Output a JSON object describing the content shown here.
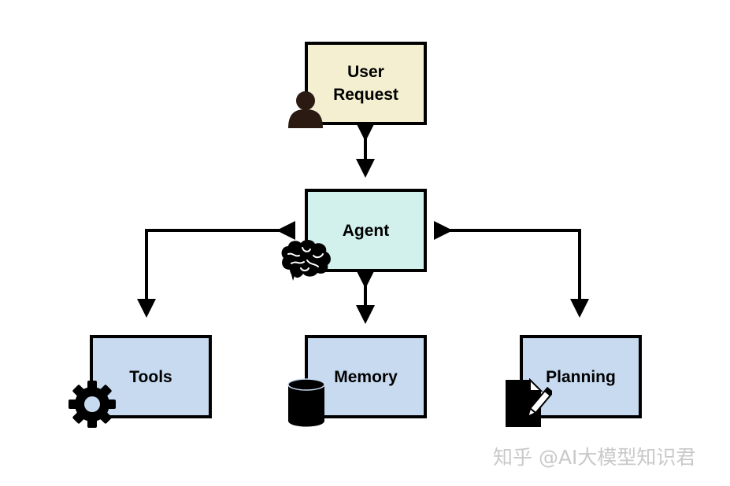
{
  "nodes": {
    "user_request": {
      "label": "User\nRequest",
      "fill": "#f3efd0"
    },
    "agent": {
      "label": "Agent",
      "fill": "#d2f1ed"
    },
    "tools": {
      "label": "Tools",
      "fill": "#c7daf0"
    },
    "memory": {
      "label": "Memory",
      "fill": "#c7daf0"
    },
    "planning": {
      "label": "Planning",
      "fill": "#c7daf0"
    }
  },
  "icons": {
    "user_request": "person-icon",
    "agent": "brain-icon",
    "tools": "gear-icon",
    "memory": "database-icon",
    "planning": "document-pen-icon"
  },
  "edges": [
    {
      "from": "user_request",
      "to": "agent",
      "bidirectional": true
    },
    {
      "from": "agent",
      "to": "tools",
      "bidirectional": true
    },
    {
      "from": "agent",
      "to": "memory",
      "bidirectional": true
    },
    {
      "from": "agent",
      "to": "planning",
      "bidirectional": true
    }
  ],
  "watermark": "知乎 @AI大模型知识君"
}
